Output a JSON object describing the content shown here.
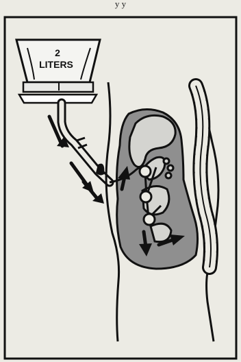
{
  "caption_fragment": "y                     y",
  "bag": {
    "line1": "2",
    "line2": "LITERS"
  },
  "colors": {
    "paper": "#ecebe4",
    "ink": "#111111",
    "fluid_gray": "#8f8f8f",
    "light_gray": "#d4d4d0"
  },
  "icons": [
    "flow-arrow",
    "dialysis-bag",
    "catheter",
    "spine",
    "bowel-loop"
  ]
}
